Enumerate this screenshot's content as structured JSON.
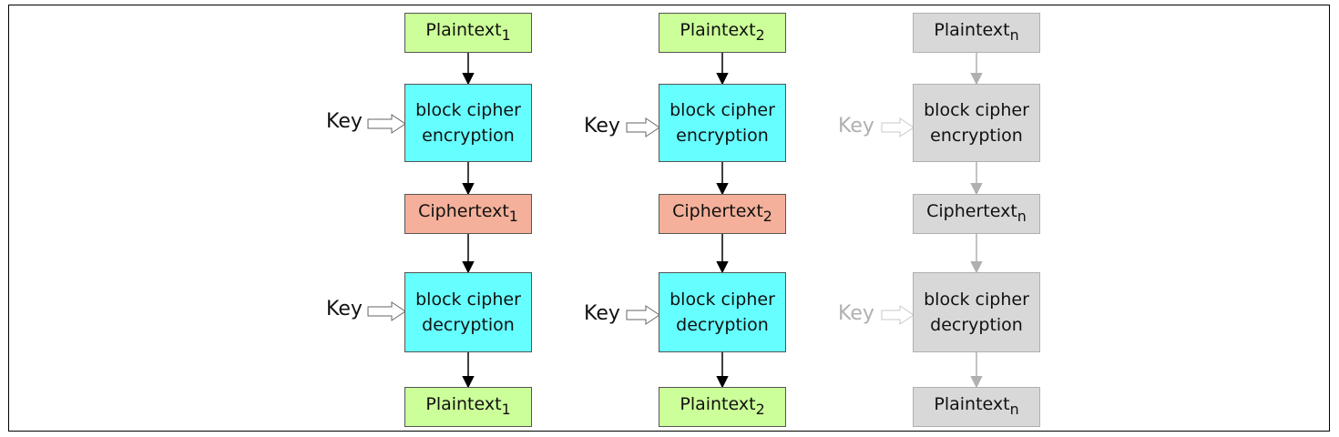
{
  "colors": {
    "plaintext": "#ccff99",
    "cipher_block": "#66ffff",
    "ciphertext": "#f4b09a",
    "inactive": "#d8d8d8",
    "inactive_text": "#b0b0b0",
    "arrow": "#000000"
  },
  "columns": [
    {
      "active": true,
      "plaintext_top": {
        "base": "Plaintext",
        "sub": "1"
      },
      "encryption": {
        "line1": "block cipher",
        "line2": "encryption"
      },
      "ciphertext": {
        "base": "Ciphertext",
        "sub": "1"
      },
      "decryption": {
        "line1": "block cipher",
        "line2": "decryption"
      },
      "plaintext_bottom": {
        "base": "Plaintext",
        "sub": "1"
      },
      "key_enc": "Key",
      "key_dec": "Key"
    },
    {
      "active": true,
      "plaintext_top": {
        "base": "Plaintext",
        "sub": "2"
      },
      "encryption": {
        "line1": "block cipher",
        "line2": "encryption"
      },
      "ciphertext": {
        "base": "Ciphertext",
        "sub": "2"
      },
      "decryption": {
        "line1": "block cipher",
        "line2": "decryption"
      },
      "plaintext_bottom": {
        "base": "Plaintext",
        "sub": "2"
      },
      "key_enc": "Key",
      "key_dec": "Key"
    },
    {
      "active": false,
      "plaintext_top": {
        "base": "Plaintext",
        "sub": "n"
      },
      "encryption": {
        "line1": "block cipher",
        "line2": "encryption"
      },
      "ciphertext": {
        "base": "Ciphertext",
        "sub": "n"
      },
      "decryption": {
        "line1": "block cipher",
        "line2": "decryption"
      },
      "plaintext_bottom": {
        "base": "Plaintext",
        "sub": "n"
      },
      "key_enc": "Key",
      "key_dec": "Key"
    }
  ]
}
